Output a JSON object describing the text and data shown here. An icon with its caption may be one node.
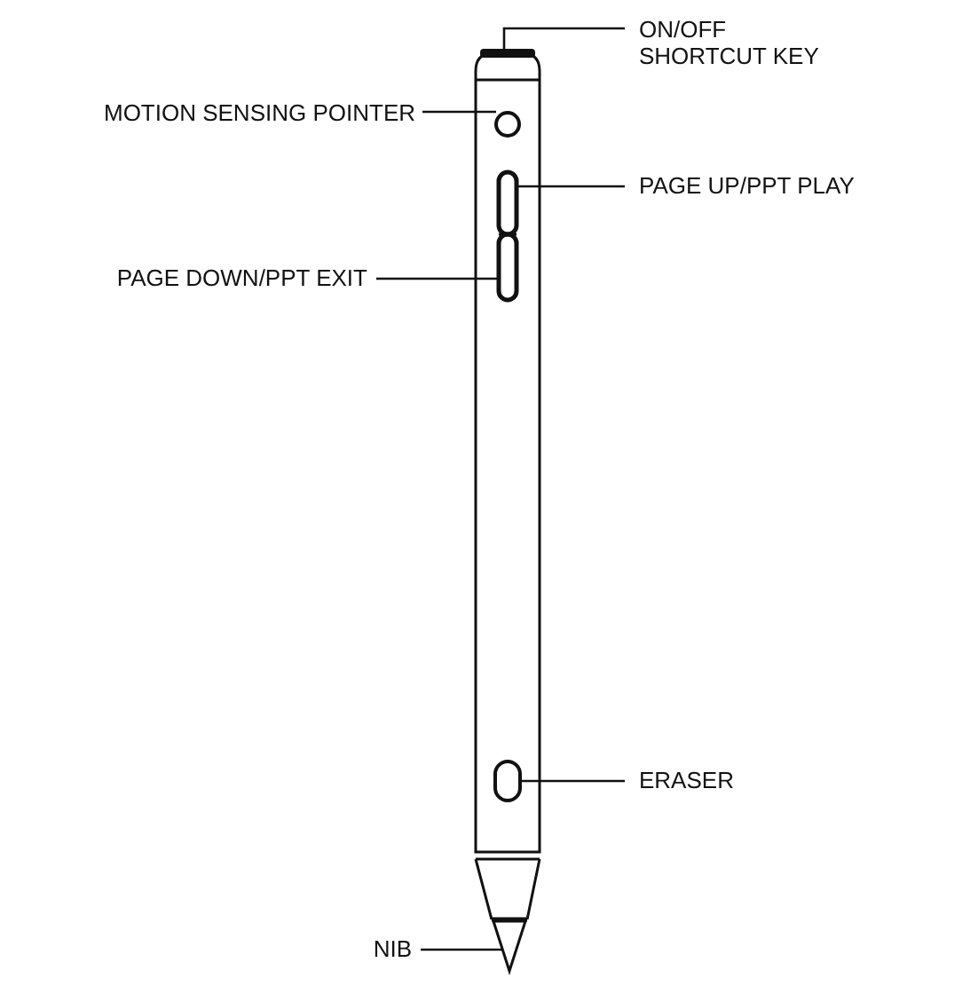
{
  "diagram": {
    "nodes": [
      {
        "text": [
          "ON/OFF SHORTCUT KEY"
        ]
      },
      {
        "text": [
          "MOTION SENSING POINTER"
        ]
      },
      {
        "text": [
          "PAGE UP/PPT PLAY"
        ]
      },
      {
        "text": [
          "PAGE DOWN/PPT EXIT"
        ]
      },
      {
        "text": [
          "ERASER"
        ]
      },
      {
        "text": [
          "NIB"
        ]
      },
      {
        "text": [],
        "shape": "bar"
      },
      {
        "text": [],
        "shape": "circle"
      },
      {
        "text": [],
        "shape": "box"
      },
      {
        "text": [],
        "shape": "box"
      },
      {
        "text": [],
        "shape": "box"
      },
      {
        "text": [],
        "shape": "cone"
      }
    ],
    "edges": [
      {
        "from": 0,
        "to": 6,
        "arrow": "none"
      },
      {
        "from": 1,
        "to": 7,
        "arrow": "none"
      },
      {
        "from": 2,
        "to": 8,
        "arrow": "none"
      },
      {
        "from": 3,
        "to": 9,
        "arrow": "none"
      },
      {
        "from": 4,
        "to": 10,
        "arrow": "none"
      },
      {
        "from": 5,
        "to": 11,
        "arrow": "none"
      }
    ]
  }
}
